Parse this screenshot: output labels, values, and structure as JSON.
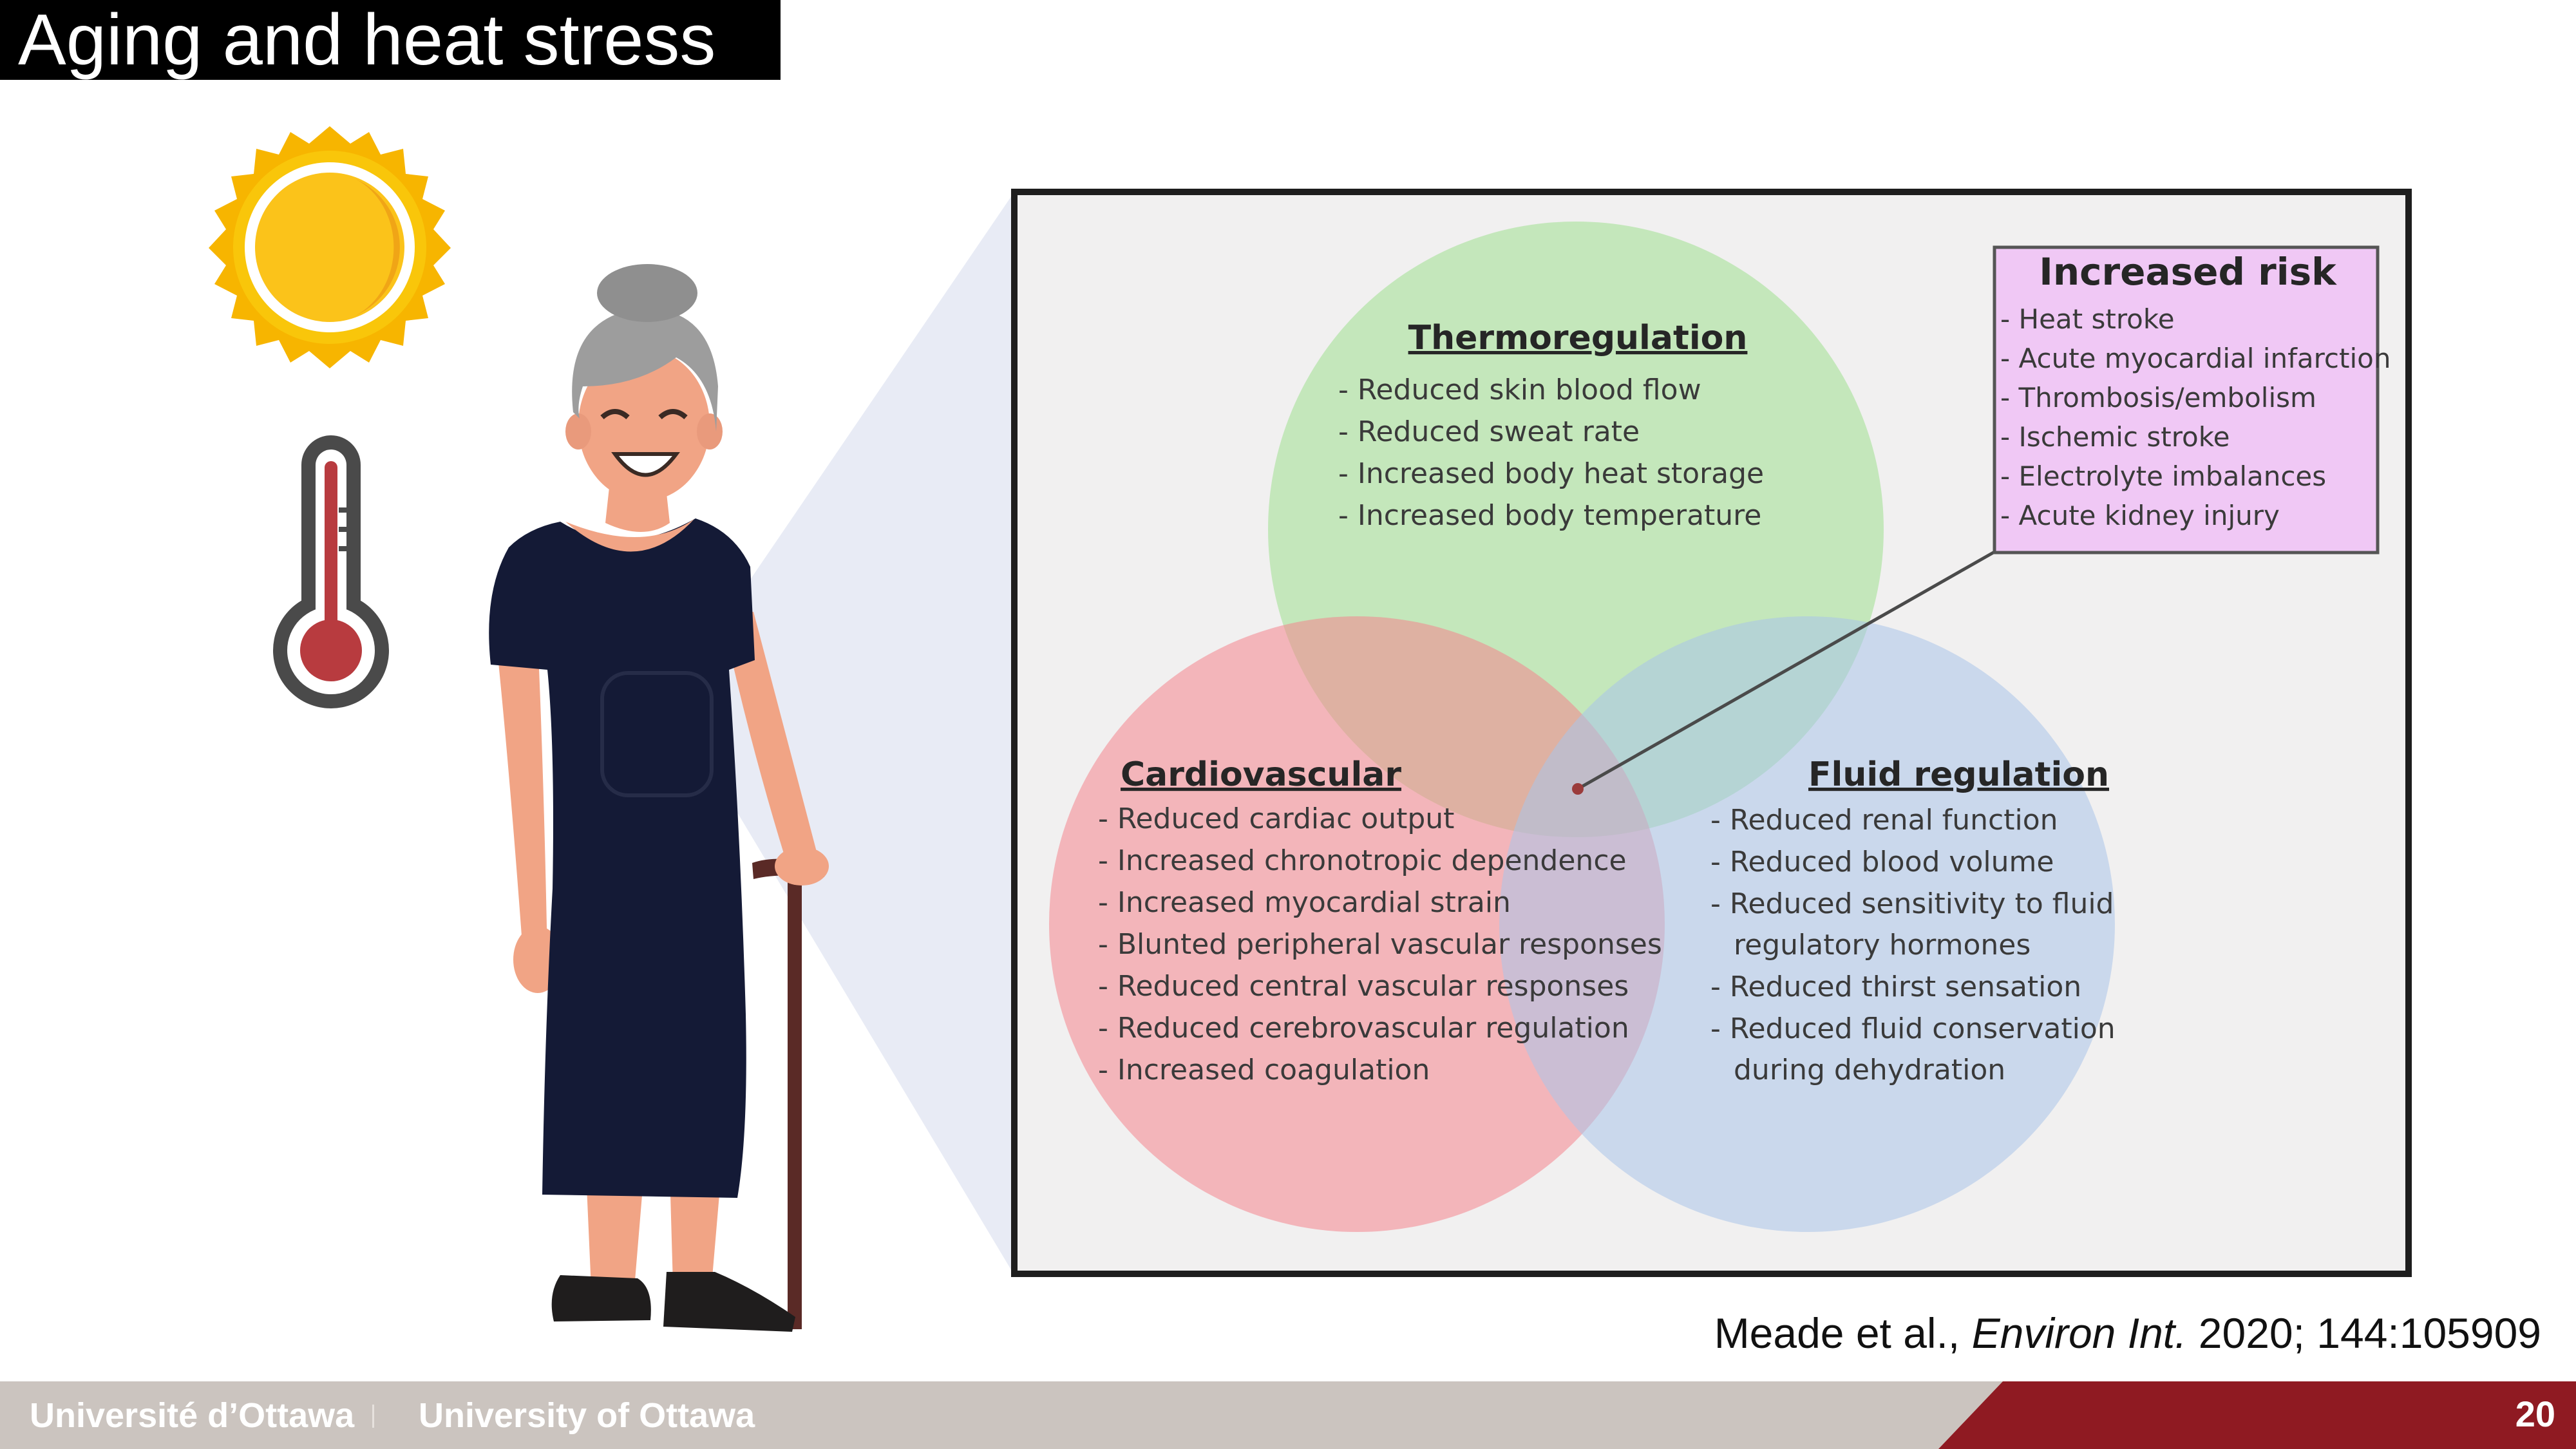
{
  "slide": {
    "title": "Aging and heat stress",
    "page_number": "20"
  },
  "citation": {
    "authors": "Meade et al.,",
    "journal": "Environ Int.",
    "details": "2020; 144:105909"
  },
  "footer": {
    "french_name": "Université d’Ottawa",
    "english_name": "University of Ottawa"
  },
  "icons": [
    "sun-icon",
    "thermometer-icon",
    "elderly-woman-illustration",
    "cane-icon"
  ],
  "colors": {
    "thermoregulation": "#9fe08f",
    "cardiovascular": "#f4858e",
    "fluid_regulation": "#a9c4ea",
    "risk_box": "#f0c8f5",
    "university_red": "#8f1a22",
    "footer_grey": "#cbc4bf"
  },
  "venn": {
    "thermoregulation": {
      "title": "Thermoregulation",
      "items": [
        "- Reduced skin blood flow",
        "- Reduced sweat rate",
        "- Increased body heat storage",
        "- Increased body temperature"
      ]
    },
    "cardiovascular": {
      "title": "Cardiovascular",
      "items": [
        "- Reduced cardiac output",
        "- Increased chronotropic dependence",
        "- Increased myocardial strain",
        "- Blunted peripheral vascular responses",
        "- Reduced central vascular responses",
        "- Reduced cerebrovascular regulation",
        "- Increased coagulation"
      ]
    },
    "fluid_regulation": {
      "title": "Fluid regulation",
      "items": [
        "- Reduced renal function",
        "- Reduced  blood volume",
        "- Reduced sensitivity to fluid",
        "regulatory hormones",
        "- Reduced thirst sensation",
        "- Reduced fluid conservation",
        "during dehydration"
      ]
    },
    "increased_risk": {
      "title": "Increased risk",
      "items": [
        "- Heat stroke",
        "- Acute myocardial infarction",
        "- Thrombosis/embolism",
        "- Ischemic stroke",
        "- Electrolyte imbalances",
        "- Acute kidney injury"
      ]
    }
  }
}
